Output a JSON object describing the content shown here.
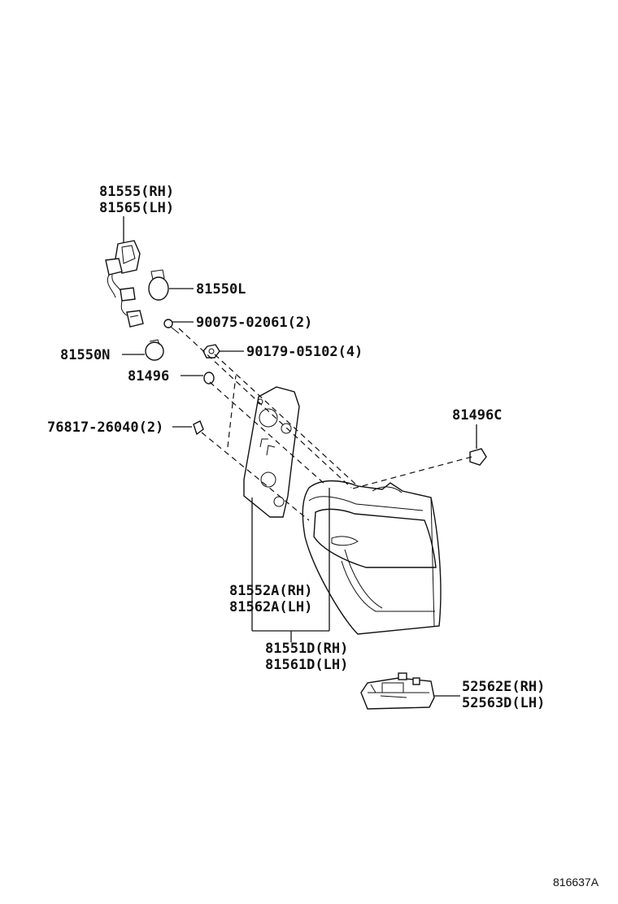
{
  "labels": {
    "p81555": "81555(RH)",
    "p81565": "81565(LH)",
    "p81550L": "81550L",
    "p90075": "90075-02061(2)",
    "p90179": "90179-05102(4)",
    "p81550N": "81550N",
    "p81496": "81496",
    "p76817": "76817-26040(2)",
    "p81496C": "81496C",
    "p81552A": "81552A(RH)",
    "p81562A": "81562A(LH)",
    "p81551D": "81551D(RH)",
    "p81561D": "81561D(LH)",
    "p52562E": "52562E(RH)",
    "p52563D": "52563D(LH)"
  },
  "diagram_code": "816637A"
}
